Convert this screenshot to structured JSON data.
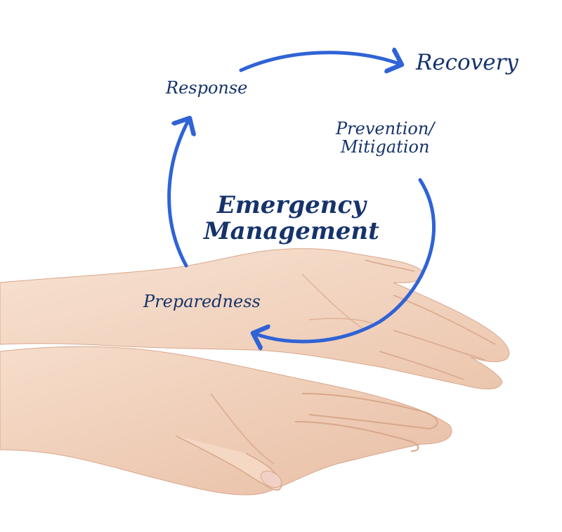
{
  "colors": {
    "arrow": "#2f63d6",
    "text": "#16336b",
    "skin": "#f5dcc8",
    "skin_shadow": "#e4b9a0",
    "skin_line": "#d9a78b",
    "nail": "#f2d0c6"
  },
  "diagram": {
    "title_line1": "Emergency",
    "title_line2": "Management",
    "stages": {
      "recovery": "Recovery",
      "response": "Response",
      "prevention_line1": "Prevention/",
      "prevention_line2": "Mitigation",
      "preparedness": "Preparedness"
    }
  },
  "photo": {
    "subject": "two-cupped-hands"
  }
}
